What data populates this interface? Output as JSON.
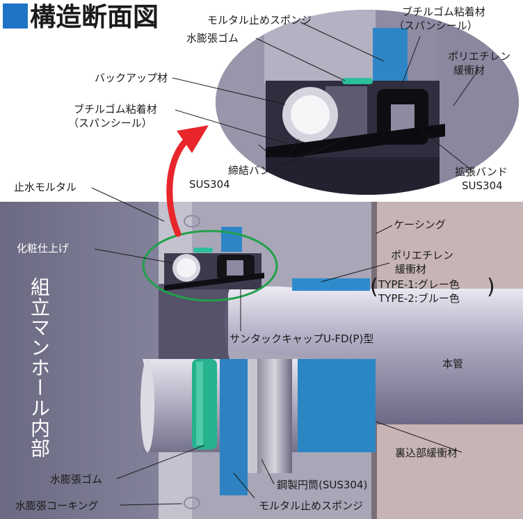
{
  "title": "構造断面図",
  "vertical_label": "組立マンホール内部",
  "top_labels": {
    "mortar_stop_sponge": "モルタル止めスポンジ",
    "butyl_rubber_1": "ブチルゴム粘着材",
    "butyl_rubber_1b": "（スパンシール）",
    "water_swell_rubber": "水膨張ゴム",
    "polyethylene_1": "ポリエチレン",
    "polyethylene_1b": "緩衝材",
    "backup_material": "バックアップ材",
    "butyl_rubber_2": "ブチルゴム粘着材",
    "butyl_rubber_2b": "（スパンシール）",
    "fastening_band": "締結バンド",
    "fastening_band_b": "SUS304",
    "expansion_band": "拡張バンド",
    "expansion_band_b": "SUS304"
  },
  "main_labels": {
    "water_stop_mortar": "止水モルタル",
    "casing": "ケーシング",
    "cosmetic_finish": "化粧仕上げ",
    "polyethylene_2": "ポリエチレン",
    "polyethylene_2b": "緩衝材",
    "type1": "TYPE-1:グレー色",
    "type2": "TYPE-2:ブルー色",
    "product": "サンタックキャップU-FD(P)型",
    "main_pipe": "本管",
    "back_buffer": "裏込部緩衝材",
    "water_swell_rubber": "水膨張ゴム",
    "steel_cylinder": "鋼製円筒(SUS304)",
    "water_swell_caulking": "水膨張コーキング",
    "mortar_stop_sponge": "モルタル止めスポンジ"
  },
  "colors": {
    "title_square": "#1f74c6",
    "arrow": "#e8262b",
    "highlight_ellipse": "#21a04a",
    "sponge_blue": "#2d7fbd",
    "rubber_green": "#24b08e",
    "casing": "#c5b3b3"
  }
}
